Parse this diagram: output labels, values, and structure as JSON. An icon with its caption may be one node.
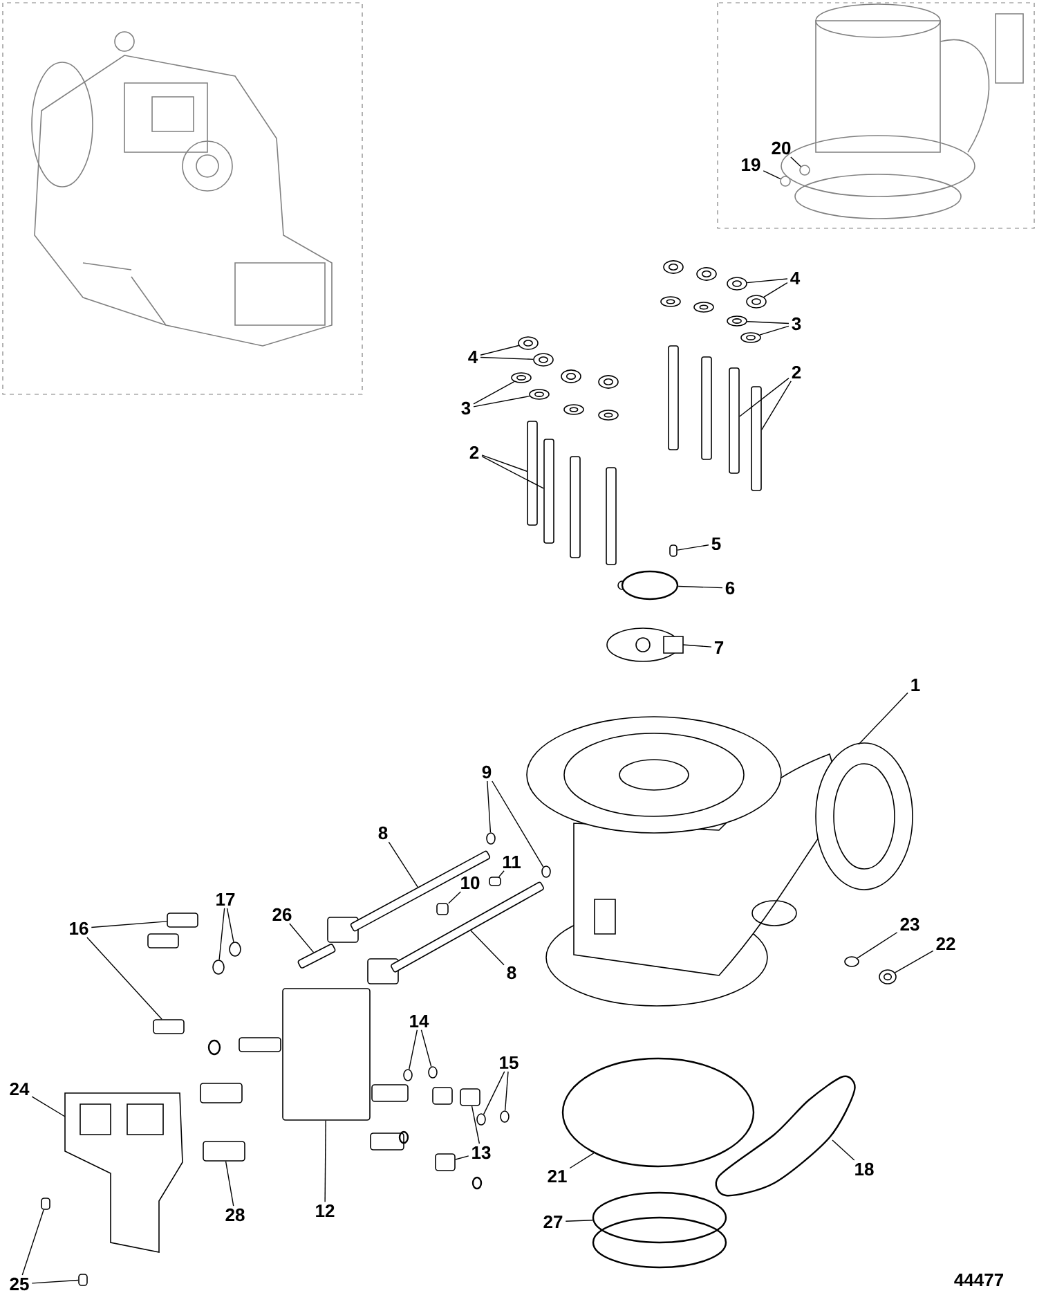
{
  "diagram": {
    "nodes": [
      {
        "text": [
          "20"
        ]
      },
      {
        "text": [
          "19"
        ]
      },
      {
        "text": [
          "4"
        ]
      },
      {
        "text": [
          "3"
        ]
      },
      {
        "text": [
          "2"
        ]
      },
      {
        "text": [
          "4"
        ]
      },
      {
        "text": [
          "3"
        ]
      },
      {
        "text": [
          "2"
        ]
      },
      {
        "text": [
          "5"
        ]
      },
      {
        "text": [
          "6"
        ]
      },
      {
        "text": [
          "7"
        ]
      },
      {
        "text": [
          "1"
        ]
      },
      {
        "text": [
          "9"
        ]
      },
      {
        "text": [
          "8"
        ]
      },
      {
        "text": [
          "11"
        ]
      },
      {
        "text": [
          "10"
        ]
      },
      {
        "text": [
          "17"
        ]
      },
      {
        "text": [
          "26"
        ]
      },
      {
        "text": [
          "16"
        ]
      },
      {
        "text": [
          "23"
        ]
      },
      {
        "text": [
          "22"
        ]
      },
      {
        "text": [
          "8"
        ]
      },
      {
        "text": [
          "14"
        ]
      },
      {
        "text": [
          "15"
        ]
      },
      {
        "text": [
          "24"
        ]
      },
      {
        "text": [
          "13"
        ]
      },
      {
        "text": [
          "18"
        ]
      },
      {
        "text": [
          "21"
        ]
      },
      {
        "text": [
          "12"
        ]
      },
      {
        "text": [
          "28"
        ]
      },
      {
        "text": [
          "27"
        ]
      },
      {
        "text": [
          "25"
        ]
      },
      {
        "text": [],
        "shape": "circle"
      },
      {
        "text": [],
        "shape": "circle"
      },
      {
        "text": [],
        "shape": "circle"
      },
      {
        "text": [],
        "shape": "circle"
      },
      {
        "text": [],
        "shape": "circle"
      },
      {
        "text": [],
        "shape": "circle"
      },
      {
        "text": [],
        "shape": "bar"
      },
      {
        "text": [],
        "shape": "bar"
      },
      {
        "text": [],
        "shape": "circle"
      },
      {
        "text": [],
        "shape": "circle"
      },
      {
        "text": [],
        "shape": "circle"
      },
      {
        "text": [],
        "shape": "circle"
      },
      {
        "text": [],
        "shape": "bar"
      },
      {
        "text": [],
        "shape": "bar"
      },
      {
        "text": [],
        "shape": "box"
      },
      {
        "text": [],
        "shape": "circle"
      },
      {
        "text": [],
        "shape": "picture"
      },
      {
        "text": [],
        "shape": "picture"
      },
      {
        "text": [],
        "shape": "circle"
      },
      {
        "text": [],
        "shape": "circle"
      },
      {
        "text": [],
        "shape": "bar"
      },
      {
        "text": [],
        "shape": "box"
      },
      {
        "text": [],
        "shape": "box"
      },
      {
        "text": [],
        "shape": "circle"
      },
      {
        "text": [],
        "shape": "circle"
      },
      {
        "text": [],
        "shape": "bar"
      },
      {
        "text": [],
        "shape": "box"
      },
      {
        "text": [],
        "shape": "box"
      },
      {
        "text": [],
        "shape": "circle"
      },
      {
        "text": [],
        "shape": "circle"
      },
      {
        "text": [],
        "shape": "bar"
      },
      {
        "text": [],
        "shape": "circle"
      },
      {
        "text": [],
        "shape": "circle"
      },
      {
        "text": [],
        "shape": "circle"
      },
      {
        "text": [],
        "shape": "circle"
      },
      {
        "text": [],
        "shape": "picture"
      },
      {
        "text": [],
        "shape": "box"
      },
      {
        "text": [],
        "shape": "box"
      },
      {
        "text": [],
        "shape": "picture"
      },
      {
        "text": [],
        "shape": "circle"
      },
      {
        "text": [],
        "shape": "box"
      },
      {
        "text": [],
        "shape": "box"
      },
      {
        "text": [],
        "shape": "circle"
      },
      {
        "text": [],
        "shape": "box"
      },
      {
        "text": [],
        "shape": "box"
      }
    ],
    "edges": [
      {
        "from": 0,
        "to": 32,
        "arrow": "none"
      },
      {
        "from": 1,
        "to": 33,
        "arrow": "none"
      },
      {
        "from": 2,
        "to": 34,
        "arrow": "none"
      },
      {
        "from": 2,
        "to": 35,
        "arrow": "none"
      },
      {
        "from": 3,
        "to": 36,
        "arrow": "none"
      },
      {
        "from": 3,
        "to": 37,
        "arrow": "none"
      },
      {
        "from": 4,
        "to": 38,
        "arrow": "none"
      },
      {
        "from": 4,
        "to": 39,
        "arrow": "none"
      },
      {
        "from": 5,
        "to": 40,
        "arrow": "none"
      },
      {
        "from": 5,
        "to": 41,
        "arrow": "none"
      },
      {
        "from": 6,
        "to": 42,
        "arrow": "none"
      },
      {
        "from": 6,
        "to": 43,
        "arrow": "none"
      },
      {
        "from": 7,
        "to": 44,
        "arrow": "none"
      },
      {
        "from": 7,
        "to": 45,
        "arrow": "none"
      },
      {
        "from": 8,
        "to": 46,
        "arrow": "none"
      },
      {
        "from": 9,
        "to": 47,
        "arrow": "none"
      },
      {
        "from": 10,
        "to": 48,
        "arrow": "none"
      },
      {
        "from": 11,
        "to": 49,
        "arrow": "none"
      },
      {
        "from": 12,
        "to": 50,
        "arrow": "none"
      },
      {
        "from": 12,
        "to": 51,
        "arrow": "none"
      },
      {
        "from": 13,
        "to": 52,
        "arrow": "none"
      },
      {
        "from": 14,
        "to": 53,
        "arrow": "none"
      },
      {
        "from": 15,
        "to": 54,
        "arrow": "none"
      },
      {
        "from": 16,
        "to": 55,
        "arrow": "none"
      },
      {
        "from": 16,
        "to": 56,
        "arrow": "none"
      },
      {
        "from": 17,
        "to": 57,
        "arrow": "none"
      },
      {
        "from": 18,
        "to": 58,
        "arrow": "none"
      },
      {
        "from": 18,
        "to": 59,
        "arrow": "none"
      },
      {
        "from": 19,
        "to": 60,
        "arrow": "none"
      },
      {
        "from": 20,
        "to": 61,
        "arrow": "none"
      },
      {
        "from": 21,
        "to": 62,
        "arrow": "none"
      },
      {
        "from": 22,
        "to": 63,
        "arrow": "none"
      },
      {
        "from": 22,
        "to": 64,
        "arrow": "none"
      },
      {
        "from": 23,
        "to": 65,
        "arrow": "none"
      },
      {
        "from": 23,
        "to": 66,
        "arrow": "none"
      },
      {
        "from": 24,
        "to": 67,
        "arrow": "none"
      },
      {
        "from": 25,
        "to": 68,
        "arrow": "none"
      },
      {
        "from": 25,
        "to": 69,
        "arrow": "none"
      },
      {
        "from": 26,
        "to": 70,
        "arrow": "none"
      },
      {
        "from": 27,
        "to": 71,
        "arrow": "none"
      },
      {
        "from": 28,
        "to": 72,
        "arrow": "none"
      },
      {
        "from": 29,
        "to": 73,
        "arrow": "none"
      },
      {
        "from": 30,
        "to": 74,
        "arrow": "none"
      },
      {
        "from": 31,
        "to": 75,
        "arrow": "none"
      },
      {
        "from": 31,
        "to": 76,
        "arrow": "none"
      }
    ],
    "labels": [
      "44477"
    ]
  }
}
